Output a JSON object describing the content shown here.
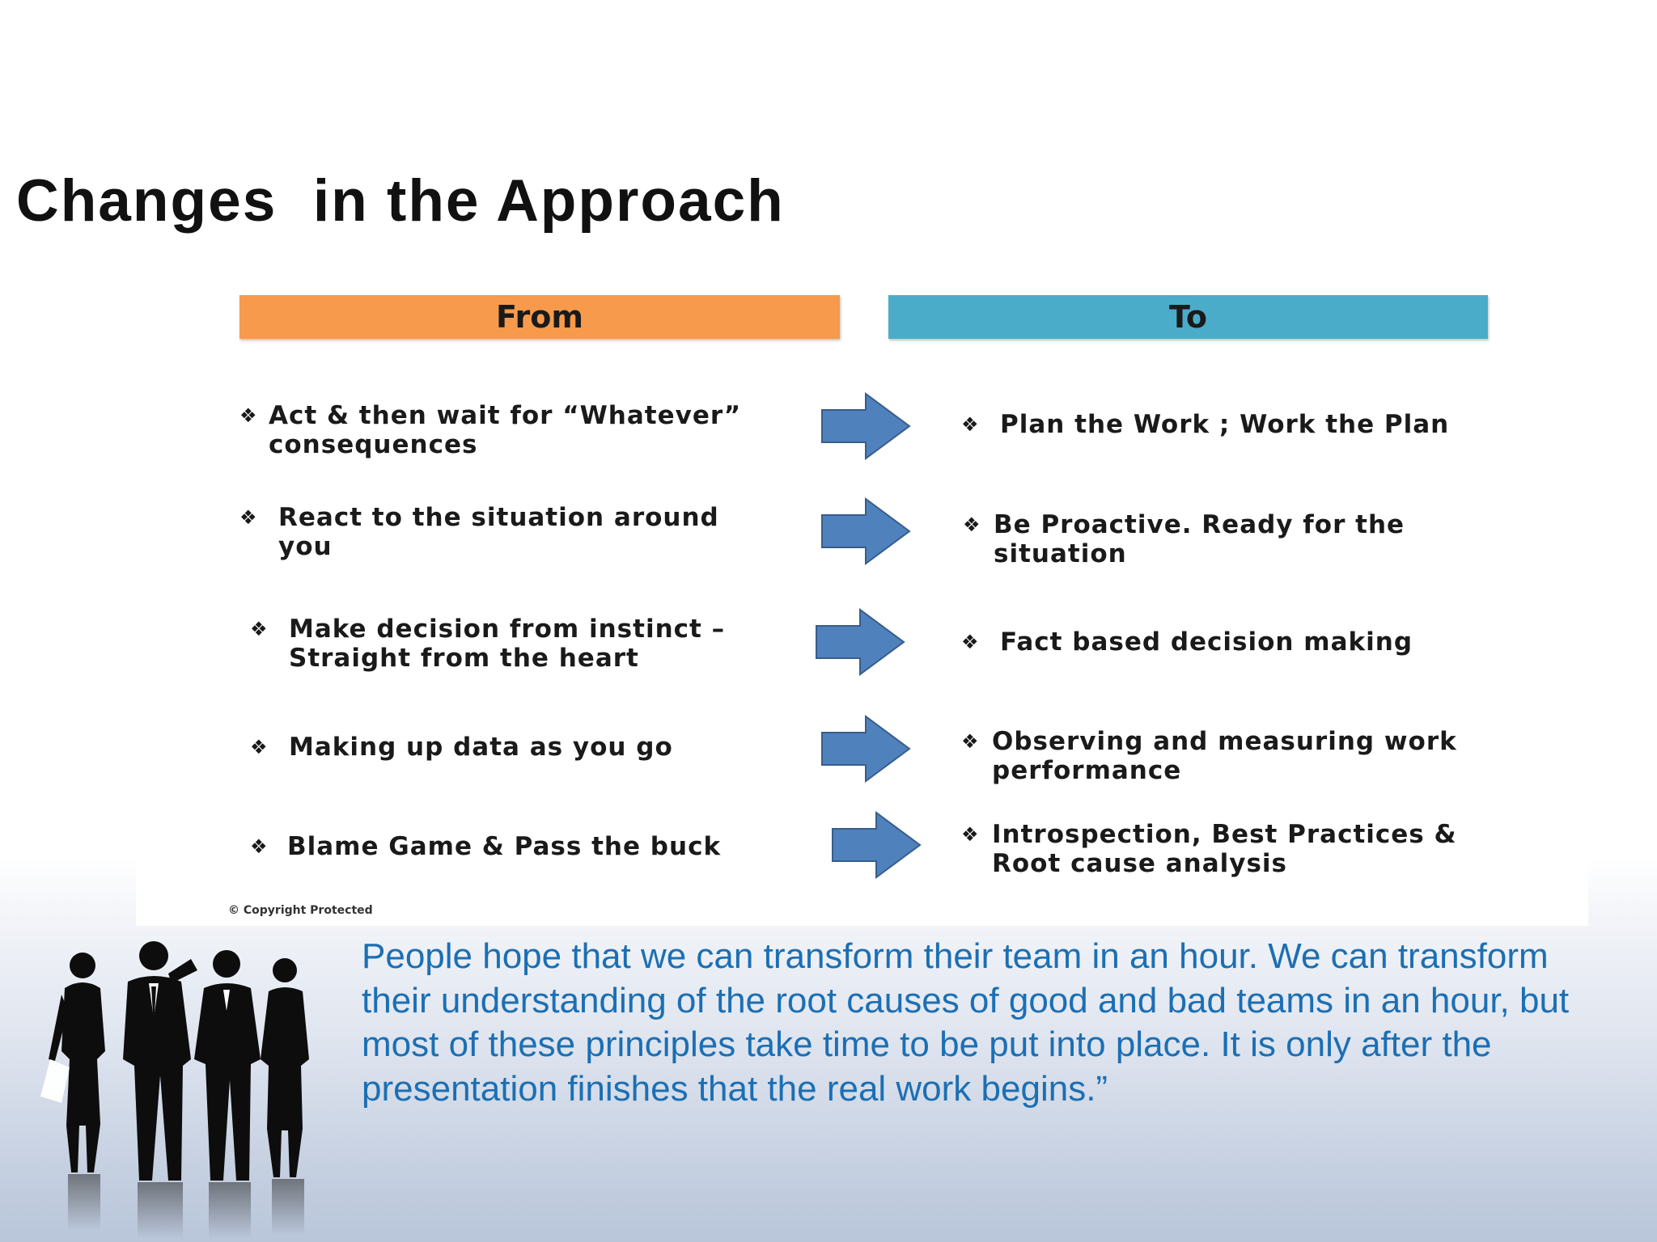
{
  "slide": {
    "title": "Changes  in the Approach",
    "from_header": "From",
    "to_header": "To",
    "bullet_glyph": "❖",
    "rows": [
      {
        "from": "Act & then wait for “Whatever”\nconsequences",
        "to": "Plan the Work ; Work the Plan"
      },
      {
        "from": "React to the situation around\nyou",
        "to": "Be Proactive. Ready for the\nsituation"
      },
      {
        "from": "Make decision from instinct –\nStraight from the heart",
        "to": "Fact based decision making"
      },
      {
        "from": "Making up data as you go",
        "to": "Observing and measuring work\nperformance"
      },
      {
        "from": "Blame Game & Pass the buck",
        "to": "Introspection, Best Practices &\nRoot cause analysis"
      }
    ],
    "copyright": "© Copyright Protected",
    "quote": "People hope that we can transform their team in an hour. We can transform their understanding of the root causes of good and bad teams in an hour, but most of these principles take time to be put into place. It is only after the presentation finishes that the real work begins.”",
    "colors": {
      "from_header": "#f79a4c",
      "to_header": "#4bacc9",
      "arrow": "#4f81bd",
      "quote_text": "#1b6fb4"
    },
    "icons": {
      "arrow": "right-arrow-icon",
      "bullet": "four-diamond-bullet-icon",
      "people": "business-people-silhouette"
    }
  }
}
